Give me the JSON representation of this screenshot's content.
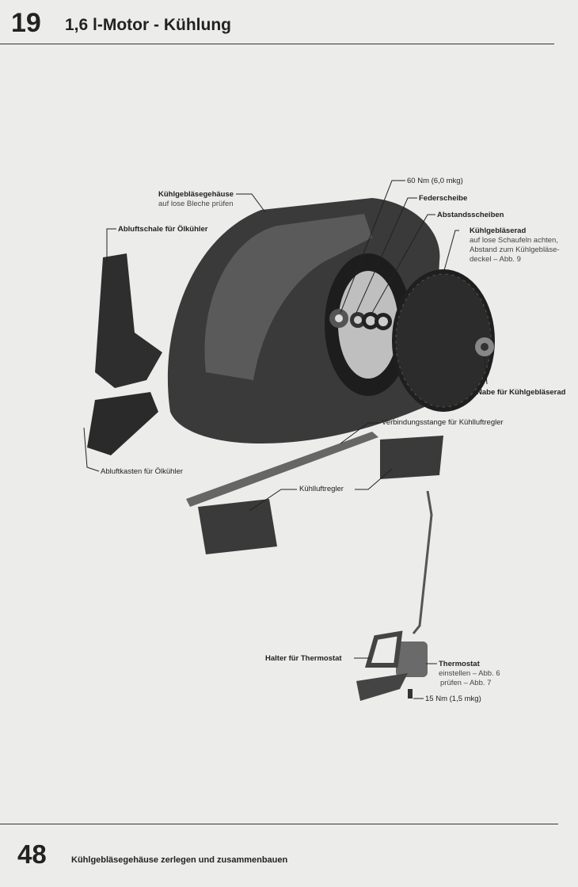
{
  "header": {
    "chapter": "19",
    "title": "1,6 l-Motor - Kühlung"
  },
  "footer": {
    "page_number": "48",
    "caption": "Kühlgebläsegehäuse zerlegen und zusammenbauen"
  },
  "labels": {
    "torque_60": "60 Nm (6,0 mkg)",
    "federscheibe": "Federscheibe",
    "abstandsscheiben": "Abstandsscheiben",
    "kuehlgeblaeserad": "Kühlgebläserad",
    "kuehlgeblaeserad_note1": "auf lose Schaufeln achten,",
    "kuehlgeblaeserad_note2": "Abstand zum Kühlgebläse-",
    "kuehlgeblaeserad_note3": "deckel – Abb. 9",
    "gehaeuse": "Kühlgebläsegehäuse",
    "gehaeuse_note": "auf lose Bleche prüfen",
    "abluftschale": "Abluftschale für Ölkühler",
    "nabe": "Nabe für Kühlgebläserad",
    "verbindungsstange": "Verbindungsstange für Kühlluftregler",
    "abluftkasten": "Abluftkasten für Ölkühler",
    "kuehlluftregler": "Kühlluftregler",
    "halter": "Halter für Thermostat",
    "thermostat": "Thermostat",
    "thermostat_note1": "einstellen – Abb. 6",
    "thermostat_note2": "prüfen – Abb. 7",
    "torque_15": "15 Nm (1,5 mkg)"
  }
}
